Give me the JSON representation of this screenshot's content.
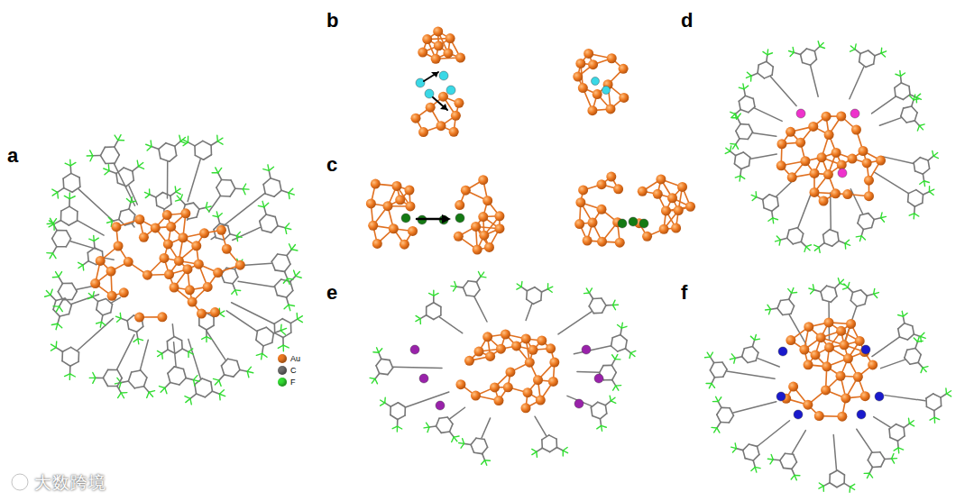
{
  "diagram": {
    "labels": [
      "a",
      "b",
      "c",
      "d",
      "e",
      "f",
      "大数跨境"
    ],
    "legend": [
      {
        "text": "Au",
        "color": "#ee7a22"
      },
      {
        "text": "C",
        "color": "#6e6e6e"
      },
      {
        "text": "F",
        "color": "#33dd33"
      }
    ]
  }
}
